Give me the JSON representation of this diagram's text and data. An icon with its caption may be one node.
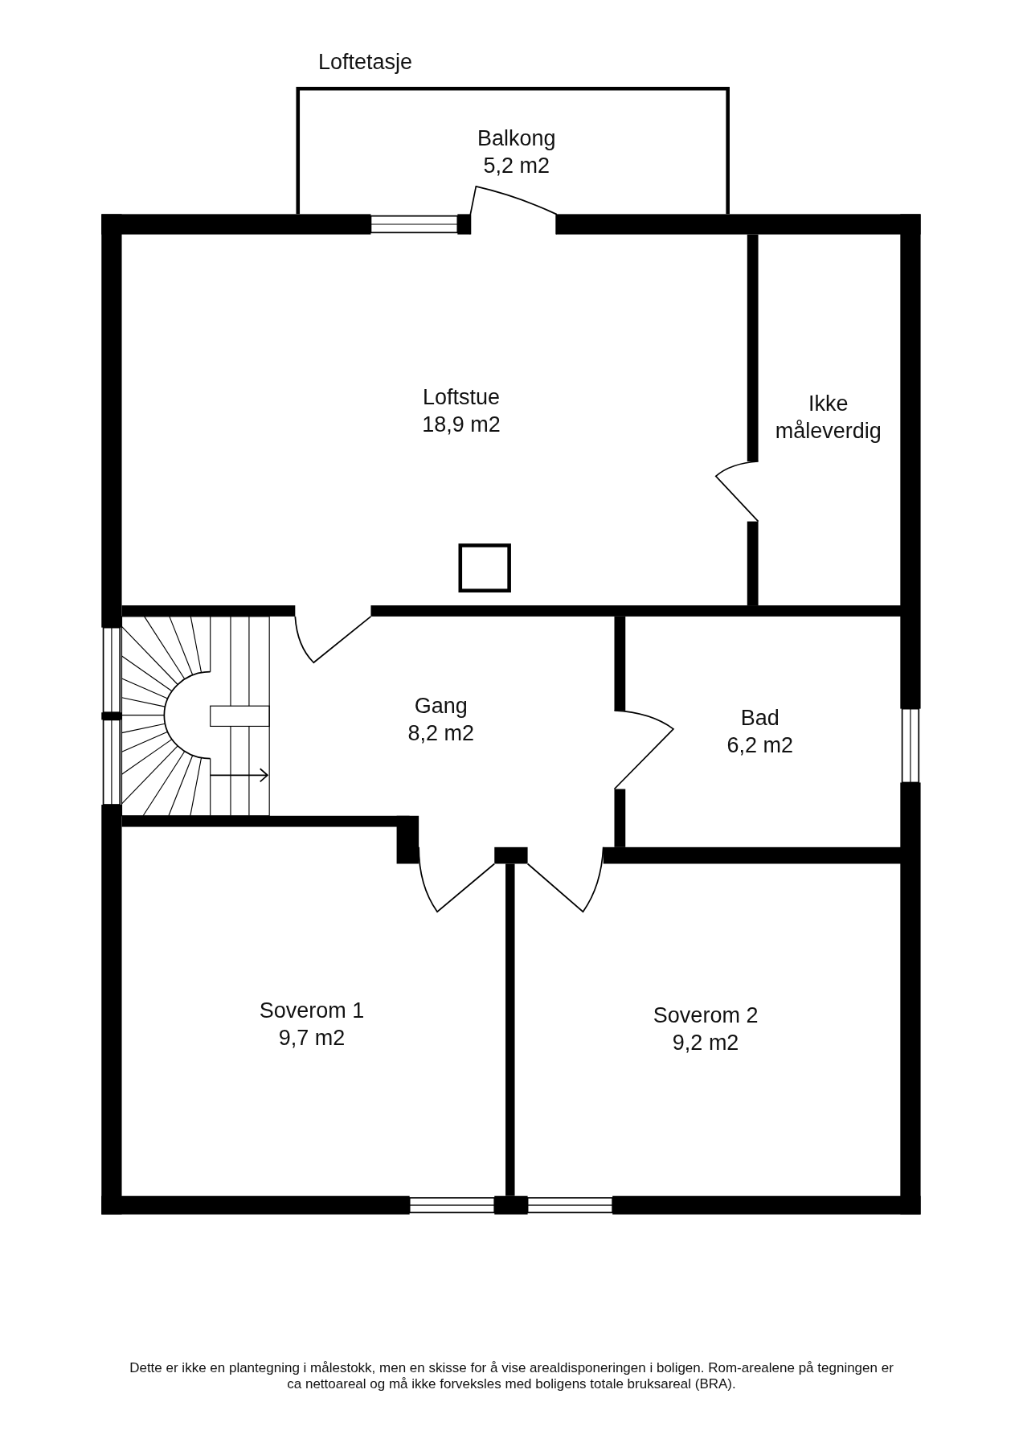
{
  "diagram": {
    "title": "Loftetasje",
    "caption": "Dette er ikke en plantegning i målestokk, men en skisse for å vise arealdisponeringen i boligen. Rom-arealene på tegningen er ca nettoareal og må ikke forveksles med boligens totale bruksareal (BRA).",
    "nodes": [
      {
        "text": [
          "Balkong",
          "5,2 m2"
        ]
      },
      {
        "text": [
          "Loftstue",
          "18,9 m2"
        ]
      },
      {
        "text": [
          "Ikke måleverdig"
        ]
      },
      {
        "text": [
          "Gang",
          "8,2 m2"
        ]
      },
      {
        "text": [
          "Bad",
          "6,2 m2"
        ]
      },
      {
        "text": [
          "Soverom 1",
          "9,7 m2"
        ]
      },
      {
        "text": [
          "Soverom 2",
          "9,2 m2"
        ]
      }
    ]
  }
}
